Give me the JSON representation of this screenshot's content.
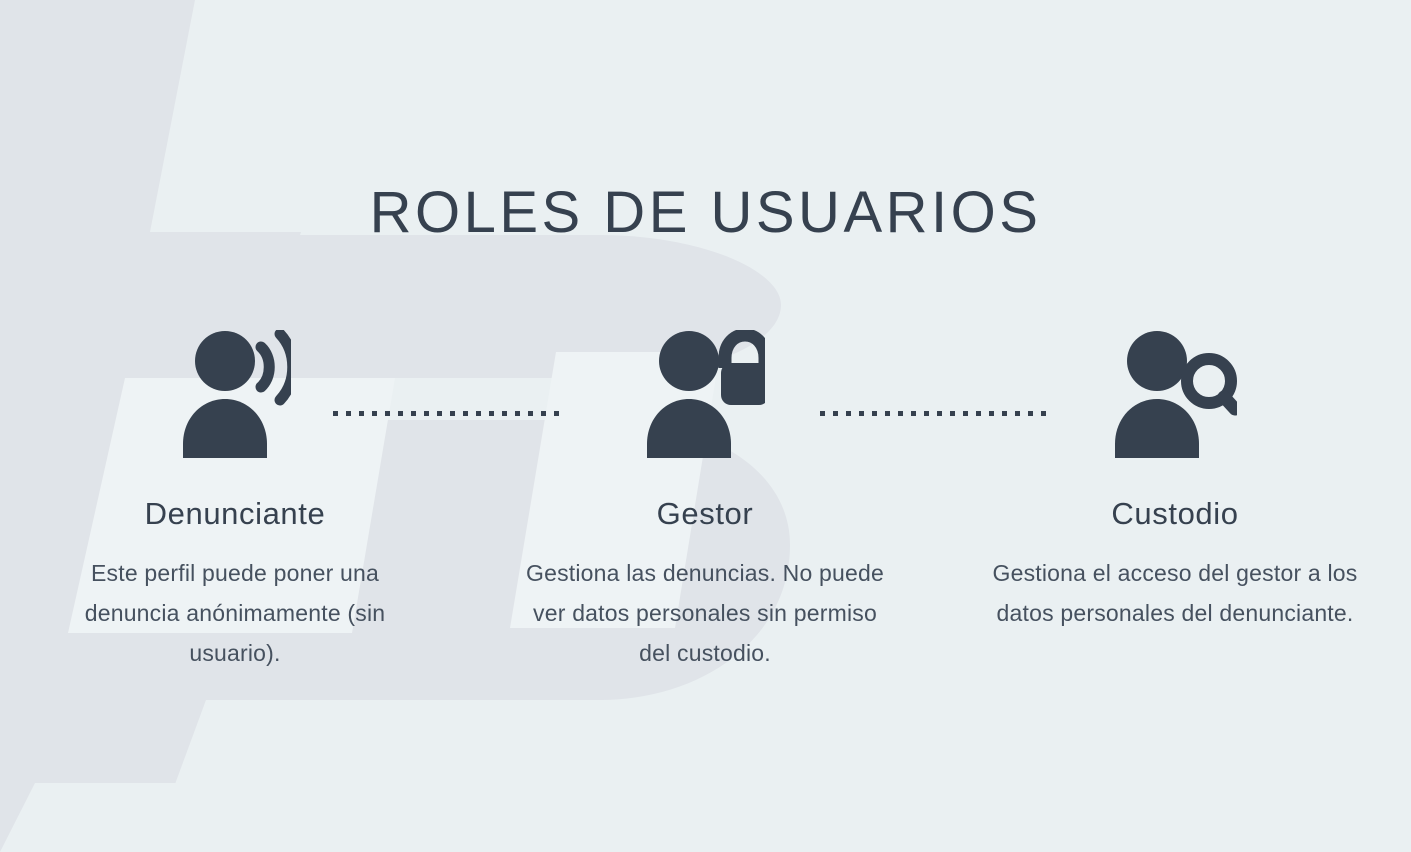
{
  "slide": {
    "title": "ROLES DE USUARIOS",
    "background_color": "#eaf0f2",
    "shape_color": "#e0e4e9",
    "panel_color": "#eaf0f2",
    "ink_color": "#36414f"
  },
  "roles": [
    {
      "icon": "person-speaking-icon",
      "name": "Denunciante",
      "description": "Este perfil puede poner una denuncia anónimamente (sin usuario)."
    },
    {
      "icon": "person-lock-icon",
      "name": "Gestor",
      "description": "Gestiona las denuncias. No puede ver datos personales sin permiso del custodio."
    },
    {
      "icon": "person-search-icon",
      "name": "Custodio",
      "description": "Gestiona el acceso del gestor a los datos personales del denunciante."
    }
  ],
  "connectors": [
    {
      "name": "connector-denunciante-gestor",
      "dots": 18
    },
    {
      "name": "connector-gestor-custodio",
      "dots": 18
    }
  ]
}
